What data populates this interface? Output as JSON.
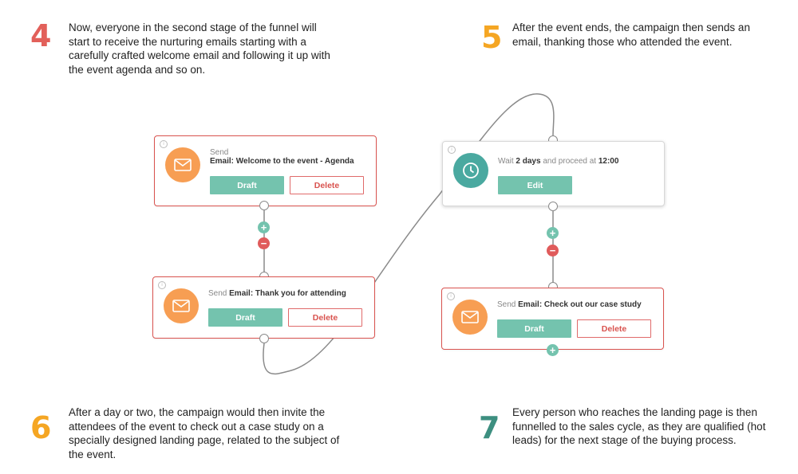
{
  "steps": [
    {
      "num": "4",
      "color": "#e2605a",
      "text": "Now, everyone in the second stage of the funnel will start to receive the nurturing emails starting with a carefully crafted welcome email and following it up with the event agenda and so on."
    },
    {
      "num": "5",
      "color": "#f5a623",
      "text": "After the event ends, the campaign then sends an email, thanking those who attended the event."
    },
    {
      "num": "6",
      "color": "#f5a623",
      "text": "After a day or two, the campaign would then invite the attendees of the event to check out a case study on a specially designed landing page, related to the subject of the event."
    },
    {
      "num": "7",
      "color": "#3d8f80",
      "text": "Every person who reaches the landing page is then funnelled to the sales cycle, as they are qualified (hot leads) for the next stage of the buying process."
    }
  ],
  "cards": {
    "welcome": {
      "line1": "Send",
      "line2": "Email: Welcome to the event - Agenda",
      "primary": "Draft",
      "secondary": "Delete"
    },
    "thanks": {
      "prefix": "Send ",
      "bold": "Email: Thank you for attending",
      "primary": "Draft",
      "secondary": "Delete"
    },
    "wait": {
      "t1": "Wait ",
      "b1": "2 days",
      "t2": " and proceed at ",
      "b2": "12:00",
      "primary": "Edit"
    },
    "case": {
      "prefix": "Send ",
      "bold": "Email: Check out our case study",
      "primary": "Draft",
      "secondary": "Delete"
    }
  },
  "icons": {
    "info": "i",
    "plus": "+",
    "minus": "−",
    "email": "email-icon",
    "clock": "clock-icon"
  },
  "colors": {
    "accent": "#74c3ae",
    "danger": "#d9534f",
    "orange": "#f79e53",
    "teal": "#4aa9a0"
  }
}
